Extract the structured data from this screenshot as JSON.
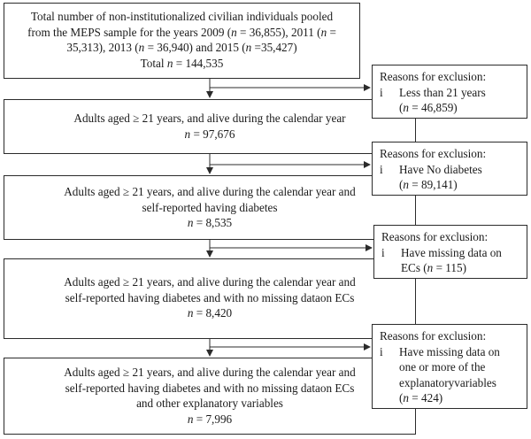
{
  "boxes": [
    {
      "lines": [
        "Total number of non-institutionalized civilian individuals pooled",
        "from the MEPS sample for the years 2009 (n = 36,855), 2011 (n =",
        "35,313), 2013 (n = 36,940) and 2015 (n =35,427)",
        "Total n = 144,535"
      ]
    },
    {
      "lines": [
        "Adults aged ≥ 21 years, and alive during the calendar year",
        "n = 97,676"
      ]
    },
    {
      "lines": [
        "Adults aged ≥ 21 years, and alive during the calendar year and",
        "self-reported having diabetes",
        "n = 8,535"
      ]
    },
    {
      "lines": [
        "Adults aged ≥ 21 years, and alive during the calendar year and",
        "self-reported having diabetes and with no missing dataon ECs",
        "n = 8,420"
      ]
    },
    {
      "lines": [
        "Adults aged ≥ 21 years, and alive during the calendar year and",
        "self-reported having diabetes and with no missing dataon ECs",
        "and other explanatory variables",
        "n = 7,996"
      ]
    }
  ],
  "exclusions": [
    {
      "title": "Reasons for exclusion:",
      "bullet": "i",
      "lines": [
        "Less than 21 years",
        "(n = 46,859)"
      ]
    },
    {
      "title": "Reasons for exclusion:",
      "bullet": "i",
      "lines": [
        "Have No diabetes",
        "(n = 89,141)"
      ]
    },
    {
      "title": "Reasons for exclusion:",
      "bullet": "i",
      "lines": [
        "Have missing data on",
        "ECs (n = 115)"
      ]
    },
    {
      "title": "Reasons for exclusion:",
      "bullet": "i",
      "lines": [
        "Have missing data on",
        "one or more of the",
        "explanatoryvariables",
        "(n = 424)"
      ]
    }
  ],
  "colors": {
    "border": "#2b2b2b",
    "arrow": "#2b2b2b",
    "text": "#1a1a1a"
  }
}
